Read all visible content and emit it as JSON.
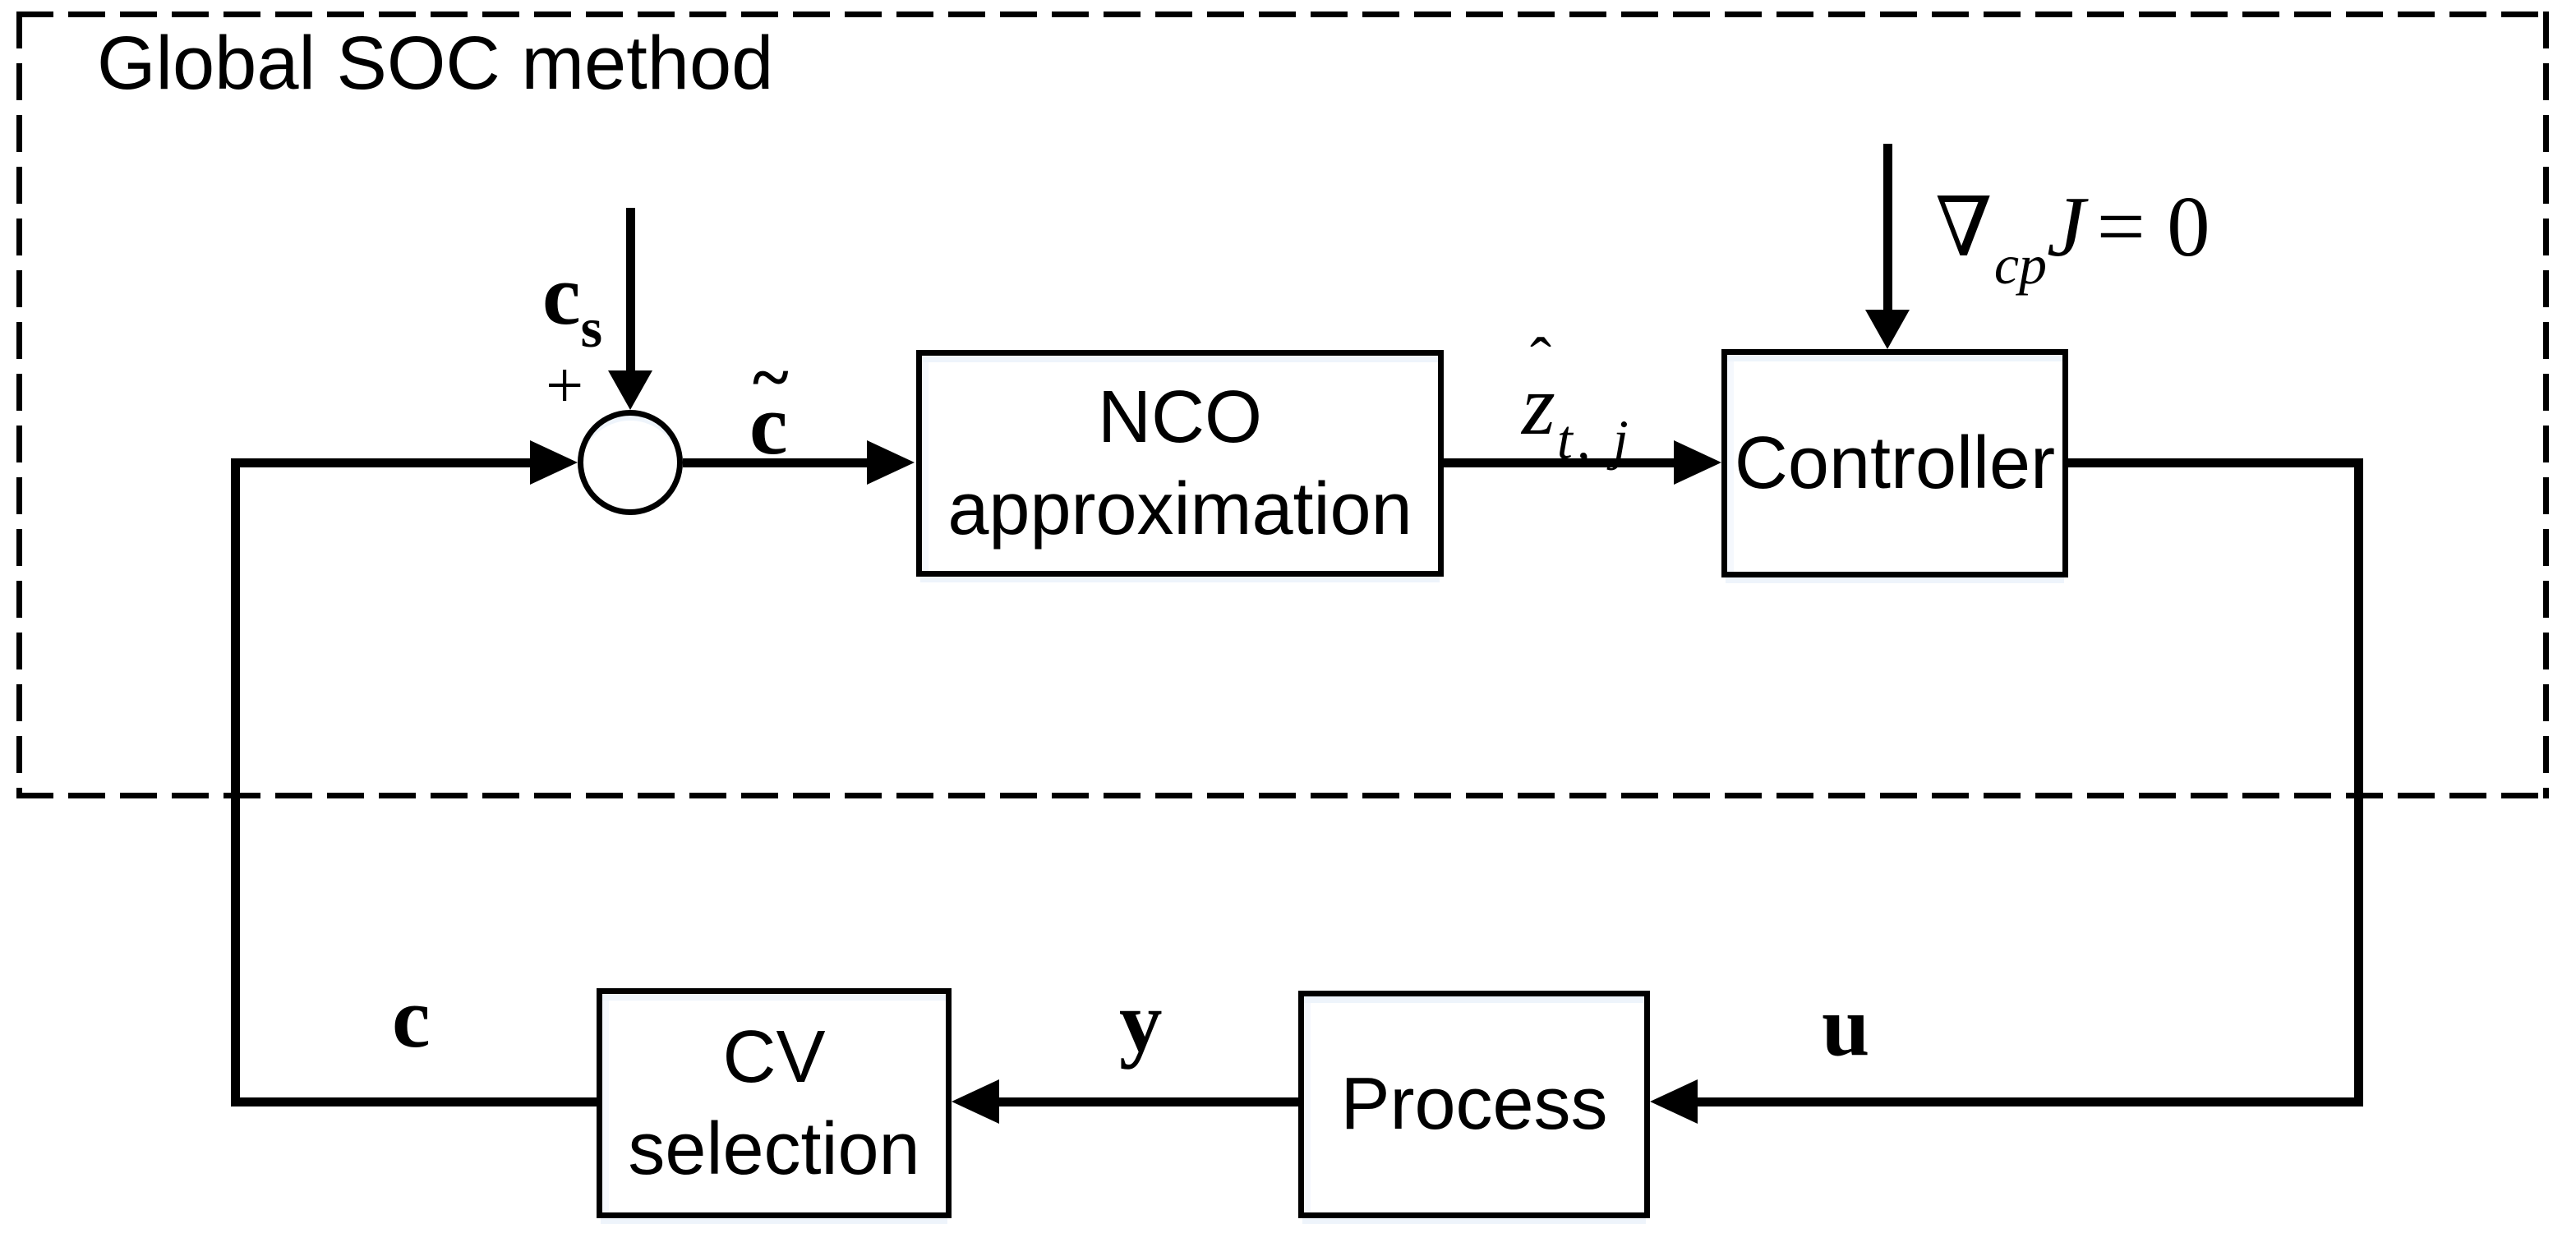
{
  "diagram": {
    "title": "Global SOC method",
    "blocks": {
      "nco": {
        "line1": "NCO",
        "line2": "approximation"
      },
      "controller": {
        "label": "Controller"
      },
      "process": {
        "label": "Process"
      },
      "cv_selection": {
        "line1": "CV",
        "line2": "selection"
      }
    },
    "labels": {
      "setpoint_base": "c",
      "setpoint_sub": "s",
      "plus_sign": "+",
      "c_tilde_accent": "~",
      "c_tilde_base": "c",
      "z_hat_accent": "ˆ",
      "z_hat_base": "z",
      "z_hat_sub": "t, j",
      "nabla": "∇",
      "nabla_sub": "cp",
      "cost_var": "J",
      "equals_zero": "= 0",
      "u": "u",
      "y": "y",
      "c": "c"
    },
    "colors": {
      "ink": "#000000",
      "paper": "#ffffff",
      "artifact_tint": "#eef4fb"
    }
  }
}
